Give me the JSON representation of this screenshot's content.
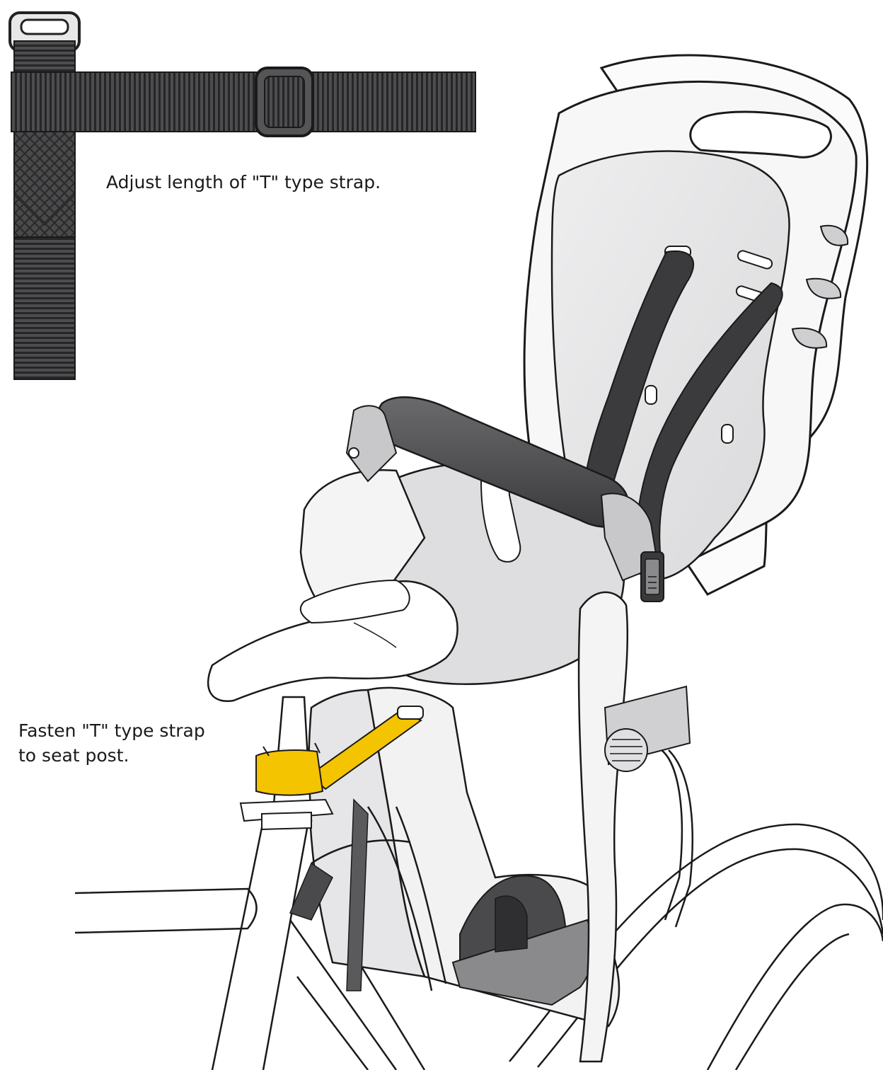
{
  "captions": {
    "adjust": "Adjust length of \"T\" type strap.",
    "fasten_line1": "Fasten \"T\" type strap",
    "fasten_line2": "to seat post."
  },
  "colors": {
    "background": "#ffffff",
    "outline": "#1a1a1a",
    "seat_shell": "#fbfbfb",
    "seat_padding": "#e4e4e6",
    "harness_strap": "#3b3b3d",
    "t_strap_dark": "#4a4a4c",
    "t_strap_ribs": "#2a2a2a",
    "foot_rest": "#6a6a6c",
    "highlight_strap": "#f5c400"
  },
  "icons": {
    "strap_buckle": "buckle-icon",
    "harness_buckle": "harness-buckle-icon"
  }
}
